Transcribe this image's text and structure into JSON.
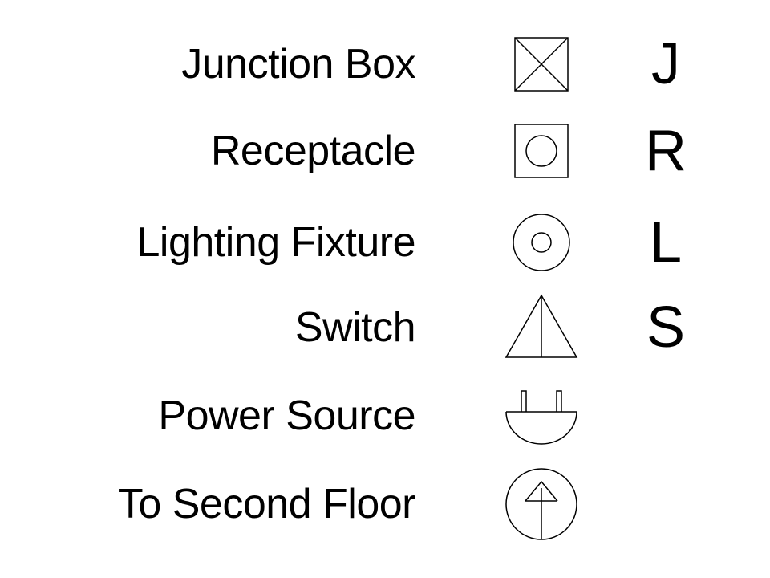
{
  "legend": {
    "items": [
      {
        "label": "Junction Box",
        "symbol": "junction-box-symbol",
        "letter": "J"
      },
      {
        "label": "Receptacle",
        "symbol": "receptacle-symbol",
        "letter": "R"
      },
      {
        "label": "Lighting Fixture",
        "symbol": "lighting-fixture-symbol",
        "letter": "L"
      },
      {
        "label": "Switch",
        "symbol": "switch-symbol",
        "letter": "S"
      },
      {
        "label": "Power Source",
        "symbol": "power-source-symbol",
        "letter": ""
      },
      {
        "label": "To Second Floor",
        "symbol": "up-arrow-circle-symbol",
        "letter": ""
      }
    ]
  },
  "colors": {
    "background": "#ffffff",
    "ink": "#000000"
  }
}
